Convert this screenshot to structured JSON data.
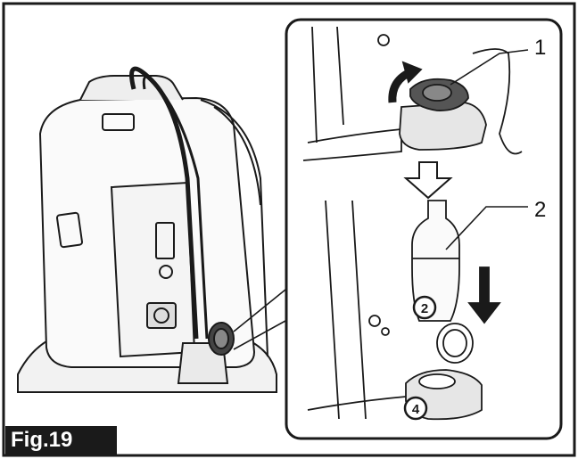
{
  "figure": {
    "label": "Fig.19",
    "callouts": [
      "1",
      "2"
    ],
    "step_markers": [
      "2",
      "4"
    ]
  },
  "colors": {
    "ink": "#1a1a1a",
    "panel_fill": "#ffffff",
    "shade": "#e6e6e6",
    "dark_part": "#444444"
  }
}
